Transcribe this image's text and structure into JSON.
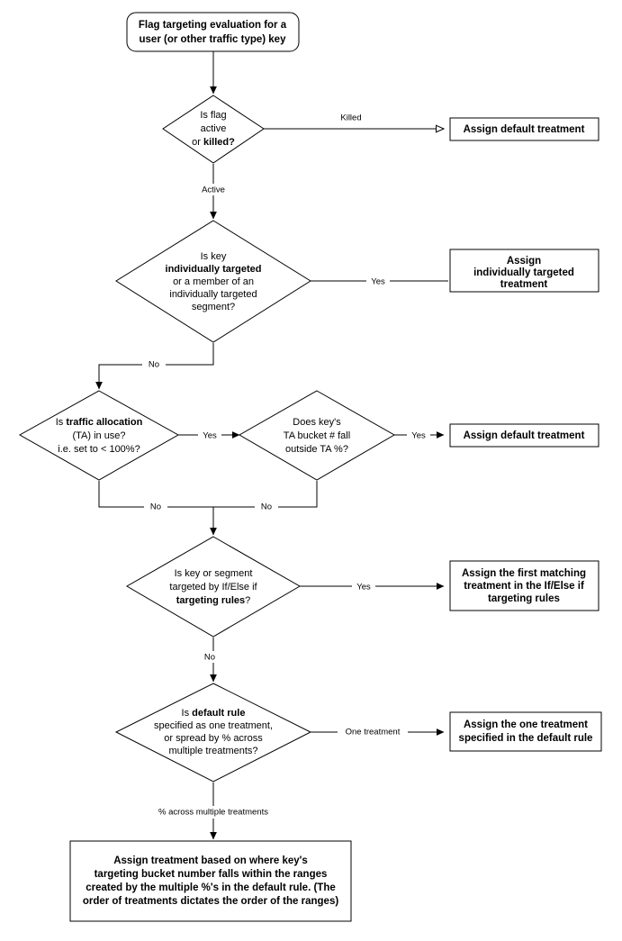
{
  "diagram": {
    "title": "Flag targeting evaluation flowchart",
    "type": "flowchart",
    "colors": {
      "background": "#ffffff",
      "node_fill": "#ffffff",
      "stroke": "#000000",
      "text": "#000000"
    },
    "nodes": {
      "start": {
        "shape": "rounded-rectangle",
        "lines": [
          "Flag targeting evaluation for a",
          "user (or other traffic type) key"
        ]
      },
      "decision_flag_state": {
        "shape": "diamond",
        "lines": [
          {
            "text": "Is flag",
            "bold": false
          },
          {
            "text": "active",
            "bold": false
          },
          {
            "text": "or killed?",
            "bold": "partial"
          }
        ],
        "line1_plain": "Is flag",
        "line2_plain": "active",
        "line3_prefix": "or ",
        "line3_bold": "killed?"
      },
      "box_default_treatment_1": {
        "shape": "rectangle",
        "lines": [
          "Assign default treatment"
        ]
      },
      "decision_individual_targeting": {
        "shape": "diamond",
        "line1": "Is key",
        "line2_bold": "individually targeted",
        "line3": "or a member of an",
        "line4": "individually targeted",
        "line5": "segment?"
      },
      "box_individually_targeted": {
        "shape": "rectangle",
        "lines": [
          "Assign",
          "individually targeted",
          "treatment"
        ]
      },
      "decision_traffic_allocation": {
        "shape": "diamond",
        "lines": [
          "Is traffic allocation",
          "(TA) in use?",
          "i.e. set to < 100%?"
        ],
        "line1_prefix": "Is ",
        "line1_bold": "traffic allocation"
      },
      "decision_ta_bucket": {
        "shape": "diamond",
        "lines": [
          "Does key's",
          "TA bucket # fall",
          "outside TA %?"
        ]
      },
      "box_default_treatment_2": {
        "shape": "rectangle",
        "lines": [
          "Assign default treatment"
        ]
      },
      "decision_if_else_rules": {
        "shape": "diamond",
        "line1": "Is key or segment",
        "line2": "targeted by If/Else if",
        "line3_bold": "targeting rules",
        "line3_suffix": "?"
      },
      "box_first_matching": {
        "shape": "rectangle",
        "lines": [
          "Assign the first matching",
          "treatment in the If/Else if",
          "targeting rules"
        ]
      },
      "decision_default_rule": {
        "shape": "diamond",
        "line1_prefix": "Is ",
        "line1_bold": "default rule",
        "line2": "specified as one treatment,",
        "line3": "or spread by % across",
        "line4": "multiple treatments?"
      },
      "box_one_treatment": {
        "shape": "rectangle",
        "lines": [
          "Assign the one treatment",
          "specified in the default rule"
        ]
      },
      "box_spread_treatment": {
        "shape": "rectangle",
        "lines": [
          "Assign treatment based on where key's",
          "targeting bucket number falls within the ranges",
          "created by the multiple %'s in the default rule. (The",
          "order of treatments dictates the order of the ranges)"
        ]
      }
    },
    "edge_labels": {
      "killed": "Killed",
      "active": "Active",
      "yes_individual": "Yes",
      "no_individual": "No",
      "yes_ta": "Yes",
      "no_ta": "No",
      "yes_bucket": "Yes",
      "no_bucket": "No",
      "yes_rules": "Yes",
      "no_rules": "No",
      "one_treatment": "One treatment",
      "percent_across": "% across multiple treatments"
    }
  }
}
